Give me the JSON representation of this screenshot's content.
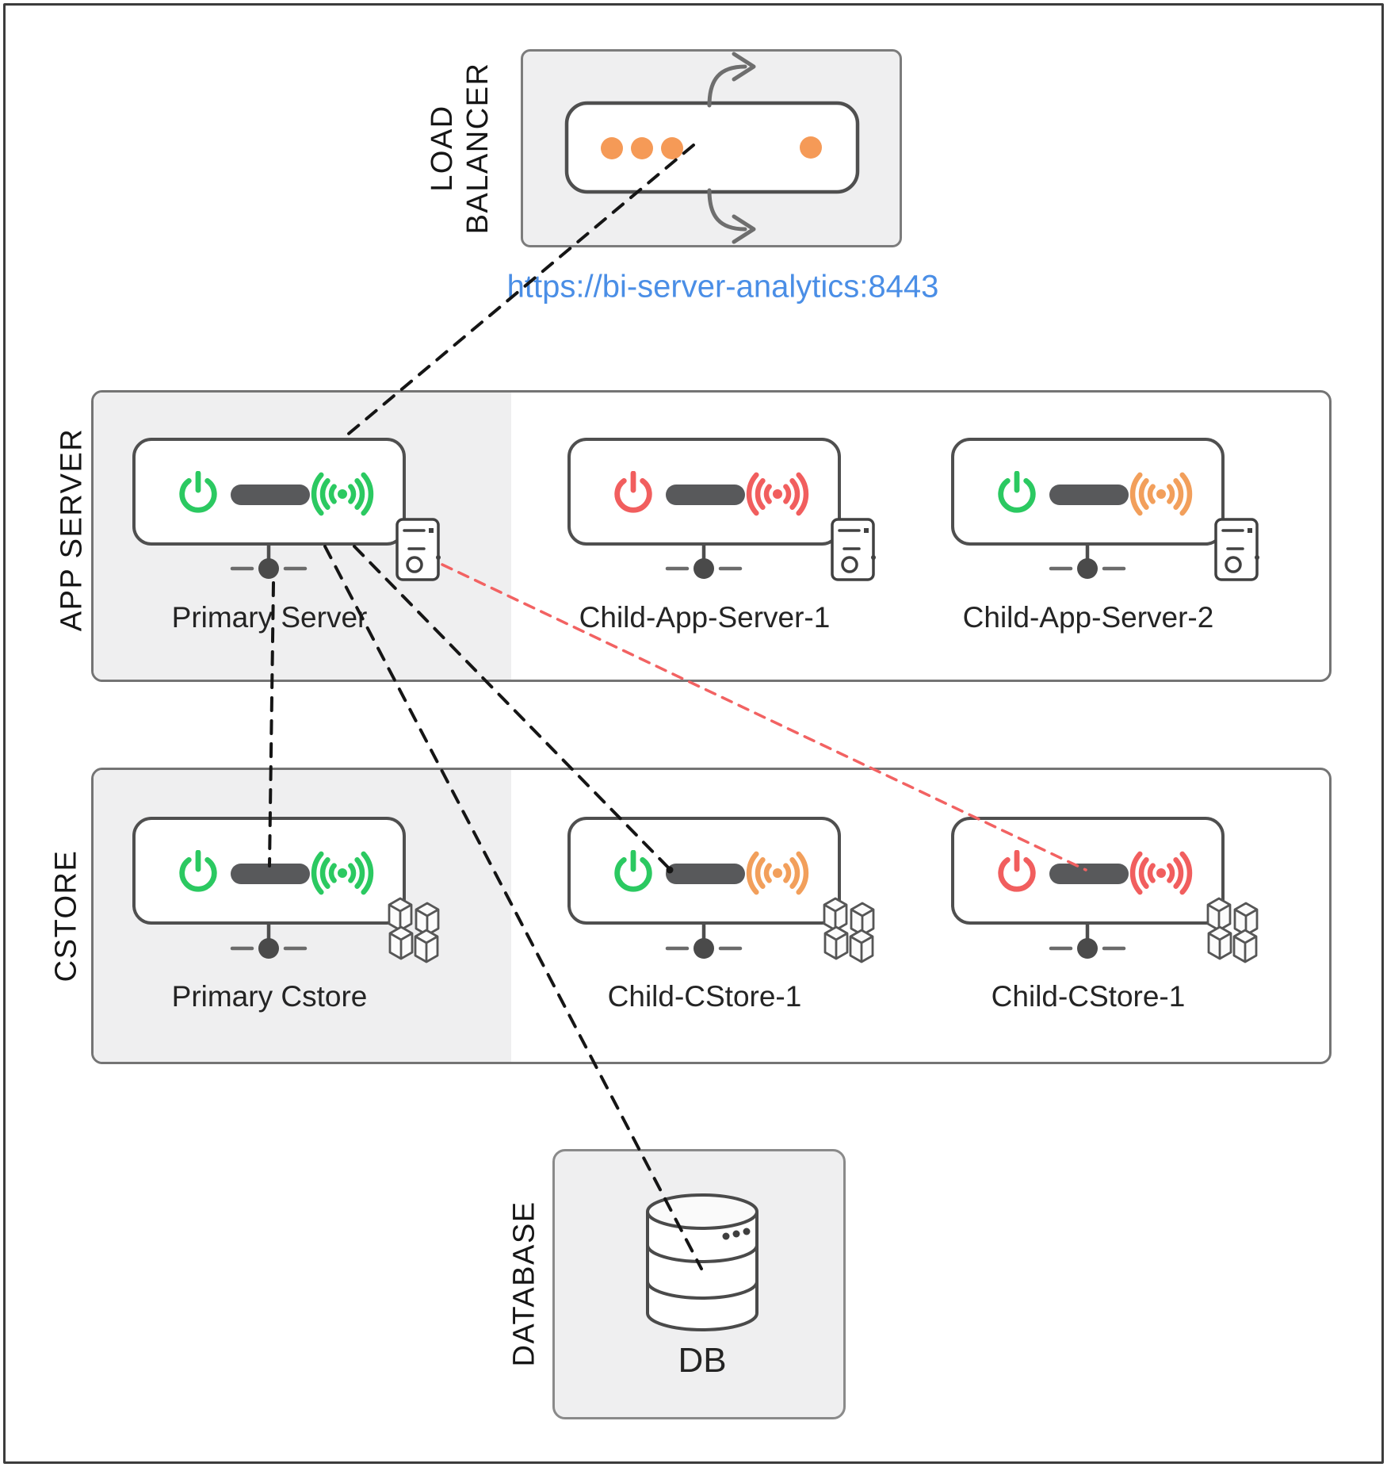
{
  "load_balancer": {
    "label": [
      "LOAD",
      "BALANCER"
    ],
    "url": "https://bi-server-analytics:8443"
  },
  "app_server": {
    "label": "APP SERVER",
    "nodes": [
      {
        "name": "Primary Server",
        "power": "green",
        "signal": "green"
      },
      {
        "name": "Child-App-Server-1",
        "power": "red",
        "signal": "red"
      },
      {
        "name": "Child-App-Server-2",
        "power": "green",
        "signal": "orange"
      }
    ]
  },
  "cstore": {
    "label": "CSTORE",
    "nodes": [
      {
        "name": "Primary Cstore",
        "power": "green",
        "signal": "green"
      },
      {
        "name": "Child-CStore-1",
        "power": "green",
        "signal": "orange"
      },
      {
        "name": "Child-CStore-1",
        "power": "red",
        "signal": "red"
      }
    ]
  },
  "database": {
    "label": "DATABASE",
    "node": "DB"
  },
  "connections": [
    {
      "from": "Load Balancer",
      "to": "Primary Server",
      "style": "dashed",
      "color": "black"
    },
    {
      "from": "Primary Server",
      "to": "Primary Cstore",
      "style": "dashed",
      "color": "black"
    },
    {
      "from": "Primary Server",
      "to": "Child-CStore-1",
      "style": "dashed",
      "color": "black"
    },
    {
      "from": "Primary Server",
      "to": "DB",
      "style": "dashed",
      "color": "black"
    },
    {
      "from": "Primary Server",
      "to": "Child-CStore-1 (right)",
      "style": "dashed",
      "color": "red"
    }
  ],
  "colors": {
    "green": "#2bc961",
    "red": "#f15e5e",
    "orange": "#f29f5b",
    "blue": "#4a8ee6",
    "dot_orange": "#f59a57"
  }
}
